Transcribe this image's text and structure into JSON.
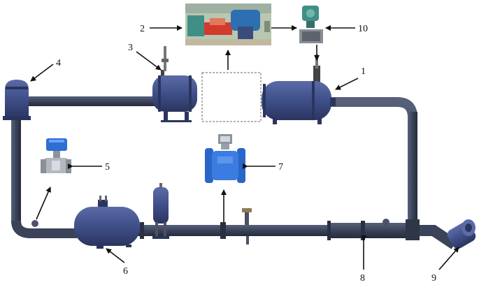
{
  "diagram": {
    "labels": [
      "1",
      "2",
      "3",
      "4",
      "5",
      "6",
      "7",
      "8",
      "9",
      "10"
    ],
    "colors": {
      "pipe": "#3a4358",
      "vessel": "#3e4e86",
      "vessel_light": "#5a6aa6",
      "valve_blue": "#2f6fd1",
      "flowmeter_blue": "#2a66c9",
      "pump_red": "#d23a2c",
      "photo_bg": "#b9c6b0",
      "transmitter_green": "#3f8f86"
    },
    "icons": [
      "electric-valve-icon",
      "electromagnetic-flowmeter-icon",
      "pressure-transmitter-icon",
      "pump-photo-icon"
    ]
  }
}
